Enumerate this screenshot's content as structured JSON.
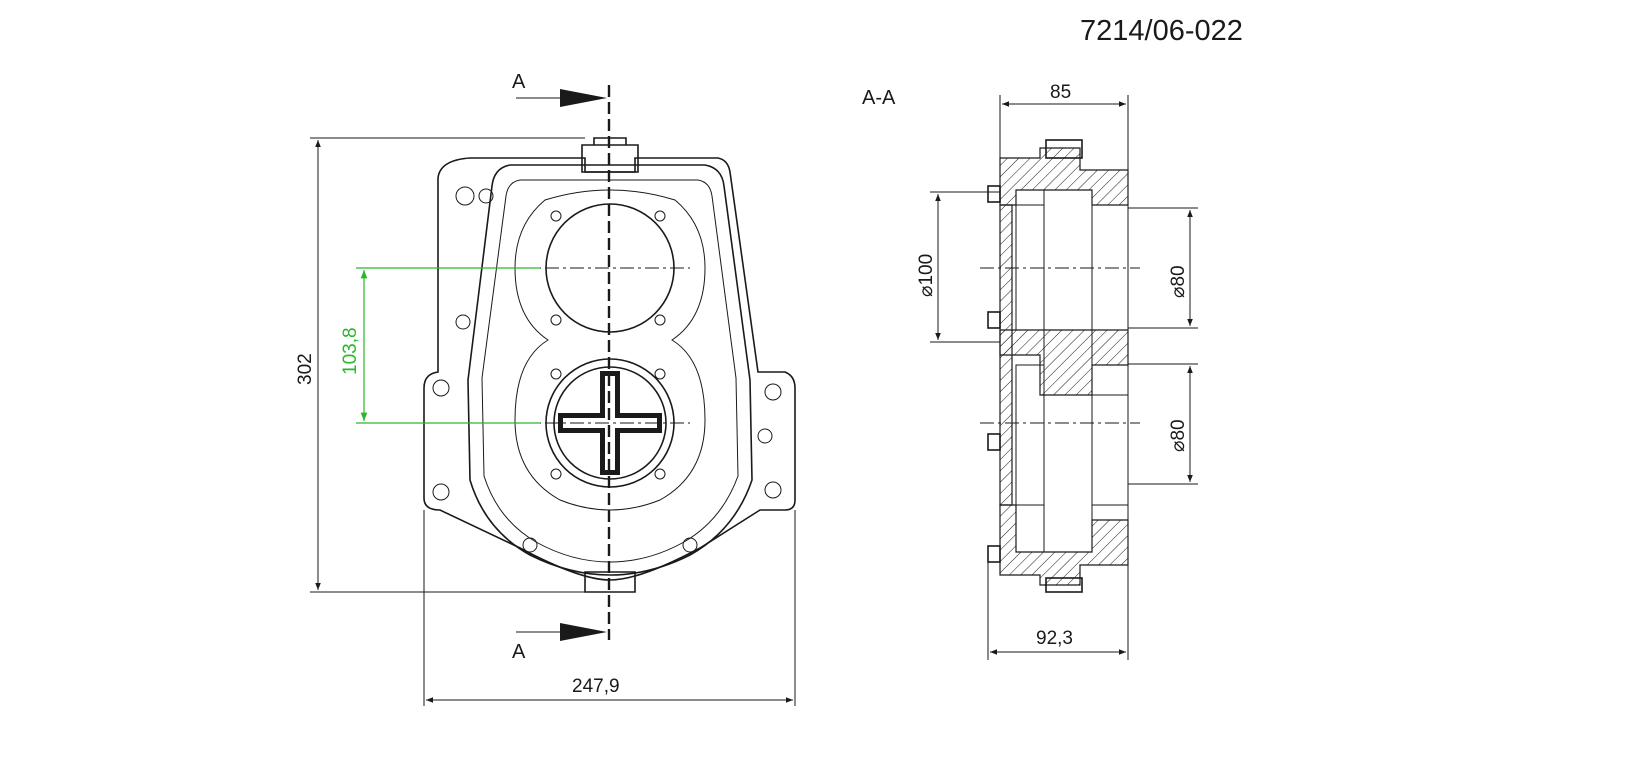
{
  "drawing": {
    "part_number": "7214/06-022",
    "section_label_top": "A",
    "section_label_bottom": "A",
    "section_view_title": "A-A"
  },
  "dimensions": {
    "overall_height": "302",
    "shaft_distance": "103,8",
    "overall_width": "247,9",
    "section_top_width": "85",
    "section_bottom_width": "92,3",
    "diameter_left": "⌀100",
    "diameter_right_upper": "⌀80",
    "diameter_right_lower": "⌀80"
  },
  "colors": {
    "line": "#1a1a1a",
    "highlight_dimension": "#2ab82a",
    "background": "#ffffff"
  }
}
